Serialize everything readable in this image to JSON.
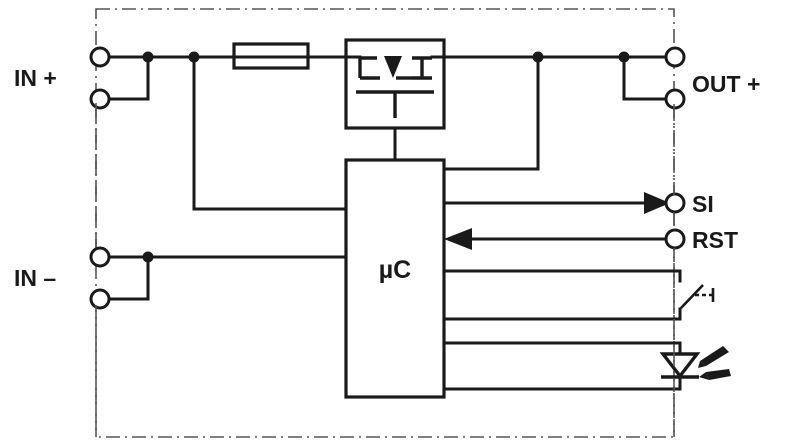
{
  "diagram": {
    "title": "Surge protection / electronic device block schematic",
    "type": "electrical-block-diagram",
    "background_color": "#ffffff",
    "line_color": "#1a1a1a",
    "border_color": "#555555",
    "border_style": "dash-dot enclosure"
  },
  "labels": {
    "in_plus": "IN +",
    "in_minus": "IN –",
    "out_plus": "OUT +",
    "si": "SI",
    "rst": "RST",
    "microcontroller": "µC"
  },
  "components": [
    {
      "name": "input-terminal-pair-plus",
      "icon": "terminal-circle",
      "label": "IN +",
      "count": 2,
      "position": "left-top"
    },
    {
      "name": "input-terminal-pair-minus",
      "icon": "terminal-circle",
      "label": "IN –",
      "count": 2,
      "position": "left-bottom"
    },
    {
      "name": "output-terminal-pair-plus",
      "icon": "terminal-circle",
      "label": "OUT +",
      "count": 2,
      "position": "right-top"
    },
    {
      "name": "fuse",
      "icon": "fuse-rectangle",
      "label": "",
      "position": "top-rail"
    },
    {
      "name": "mosfet-switch",
      "icon": "mosfet-symbol",
      "label": "",
      "position": "top-rail-center"
    },
    {
      "name": "microcontroller-block",
      "icon": "ic-block",
      "label": "µC",
      "position": "center"
    },
    {
      "name": "signal-output-si",
      "icon": "arrow-right-icon",
      "label": "SI",
      "direction": "output"
    },
    {
      "name": "signal-input-rst",
      "icon": "arrow-left-icon",
      "label": "RST",
      "direction": "input"
    },
    {
      "name": "relay-contact",
      "icon": "relay-contact-icon",
      "label": "",
      "position": "right-middle"
    },
    {
      "name": "optocoupler-led",
      "icon": "led-emitter-icon",
      "label": "",
      "position": "right-bottom"
    }
  ]
}
